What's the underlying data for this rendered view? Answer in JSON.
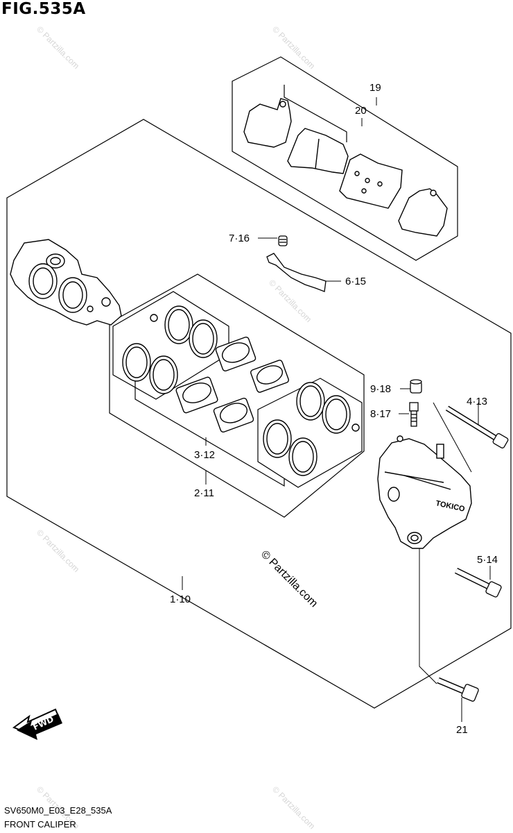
{
  "figure_title": "FIG.535A",
  "callouts": {
    "c19": "19",
    "c20": "20",
    "c7_16": "7·16",
    "c6_15": "6·15",
    "c9_18": "9·18",
    "c8_17": "8·17",
    "c4_13": "4·13",
    "c3_12": "3·12",
    "c2_11": "2·11",
    "c5_14": "5·14",
    "c1_10": "1·10",
    "c21": "21"
  },
  "fwd_label": "FWD",
  "caliper_brand": "TOKICO",
  "watermark": "© Partzilla.com",
  "model_code": "SV650M0_E03_E28_535A",
  "caption": "FRONT CALIPER"
}
